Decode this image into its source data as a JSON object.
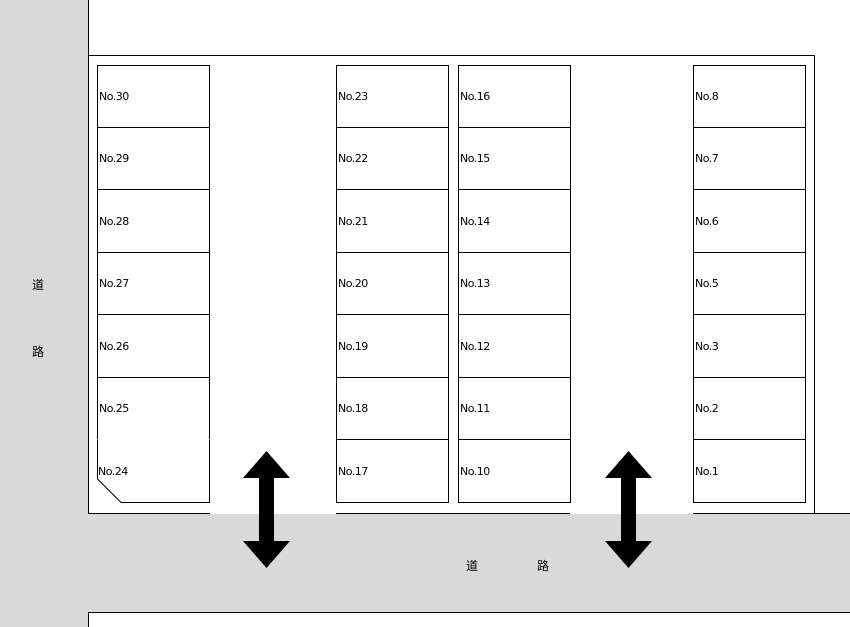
{
  "roads": {
    "left_label_top": "道",
    "left_label_bottom": "路",
    "bottom_label_left": "道",
    "bottom_label_right": "路"
  },
  "columns": {
    "col1": [
      "No.30",
      "No.29",
      "No.28",
      "No.27",
      "No.26",
      "No.25",
      "No.24"
    ],
    "col2": [
      "No.23",
      "No.22",
      "No.21",
      "No.20",
      "No.19",
      "No.18",
      "No.17"
    ],
    "col3": [
      "No.16",
      "No.15",
      "No.14",
      "No.13",
      "No.12",
      "No.11",
      "No.10"
    ],
    "col4": [
      "No.8",
      "No.7",
      "No.6",
      "No.5",
      "No.3",
      "No.2",
      "No.1"
    ]
  },
  "icons": {
    "entrance_left": "double-arrow-vertical-icon",
    "entrance_right": "double-arrow-vertical-icon"
  }
}
